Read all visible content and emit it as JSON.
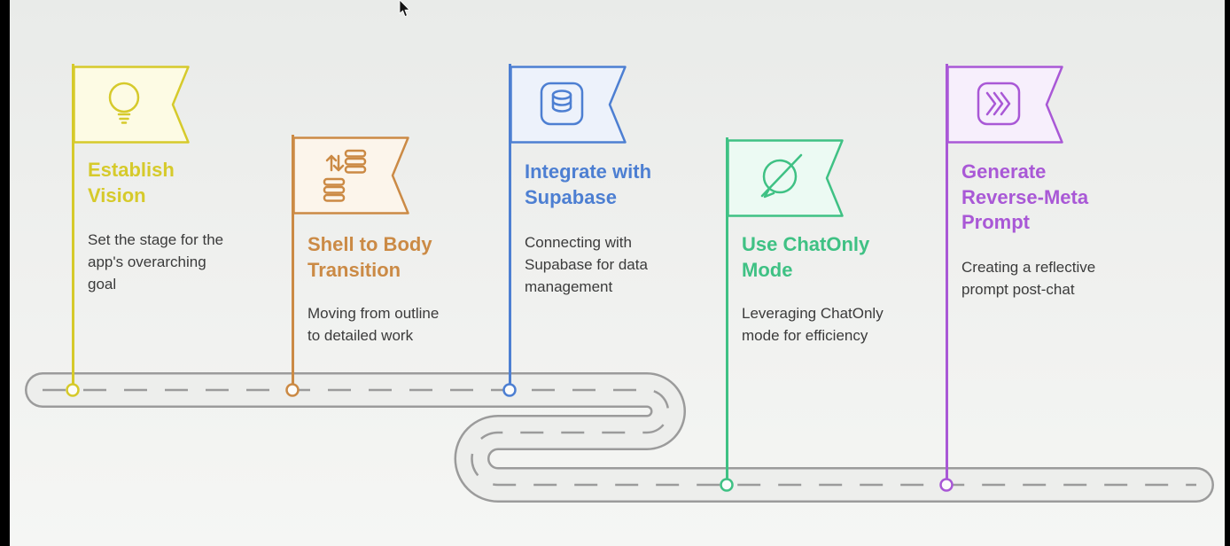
{
  "canvas": {
    "background_top": "#e9ebe9",
    "background_bottom": "#f5f6f4",
    "side_bar_color": "#000000"
  },
  "road": {
    "outline_color": "#9b9b9b",
    "surface_color": "#edeeec",
    "dash_color": "#9b9b9b"
  },
  "milestones": [
    {
      "title": "Establish\nVision",
      "description": "Set the stage for the\napp's overarching\ngoal",
      "color": "#d6ca2b",
      "fill": "#fdfbe4",
      "icon": "lightbulb-icon"
    },
    {
      "title": "Shell to Body\nTransition",
      "description": "Moving from outline\nto detailed work",
      "color": "#cb8a45",
      "fill": "#fcf5eb",
      "icon": "sync-database-icon"
    },
    {
      "title": "Integrate with\nSupabase",
      "description": "Connecting with\nSupabase for data\nmanagement",
      "color": "#4d7fd2",
      "fill": "#edf2fb",
      "icon": "database-icon"
    },
    {
      "title": "Use ChatOnly\nMode",
      "description": "Leveraging ChatOnly\nmode for efficiency",
      "color": "#3fc184",
      "fill": "#ecfaf3",
      "icon": "chat-off-icon"
    },
    {
      "title": "Generate\nReverse-Meta\nPrompt",
      "description": "Creating a reflective\nprompt post-chat",
      "color": "#a958d6",
      "fill": "#f7effc",
      "icon": "miro-boards-icon"
    }
  ]
}
